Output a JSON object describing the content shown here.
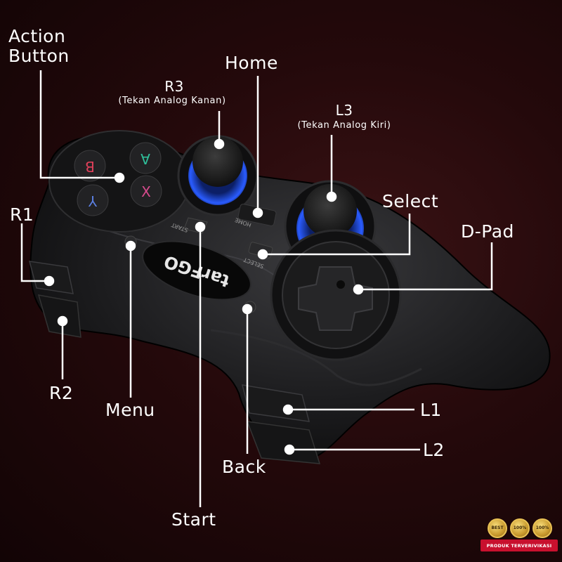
{
  "labels": {
    "action_button_line1": "Action",
    "action_button_line2": "Button",
    "home": "Home",
    "r3": "R3",
    "r3_sub": "(Tekan Analog Kanan)",
    "l3": "L3",
    "l3_sub": "(Tekan Analog Kiri)",
    "select": "Select",
    "d_pad": "D-Pad",
    "r1": "R1",
    "r2": "R2",
    "menu": "Menu",
    "back": "Back",
    "start": "Start",
    "l1": "L1",
    "l2": "L2"
  },
  "controller": {
    "brand": "tarFGO",
    "start_print": "START",
    "home_print": "HOME",
    "select_print": "SELECT",
    "face_buttons": [
      {
        "letter": "A",
        "color": "#2fbf9a"
      },
      {
        "letter": "B",
        "color": "#e0405a"
      },
      {
        "letter": "X",
        "color": "#d64a8c"
      },
      {
        "letter": "Y",
        "color": "#5b7fe0"
      }
    ],
    "thumbstick_ring_color": "#1f4fd6"
  },
  "badges": {
    "medals": [
      "BEST",
      "100%",
      "100%"
    ],
    "ribbon": "PRODUK TERVERIVIKASI"
  }
}
